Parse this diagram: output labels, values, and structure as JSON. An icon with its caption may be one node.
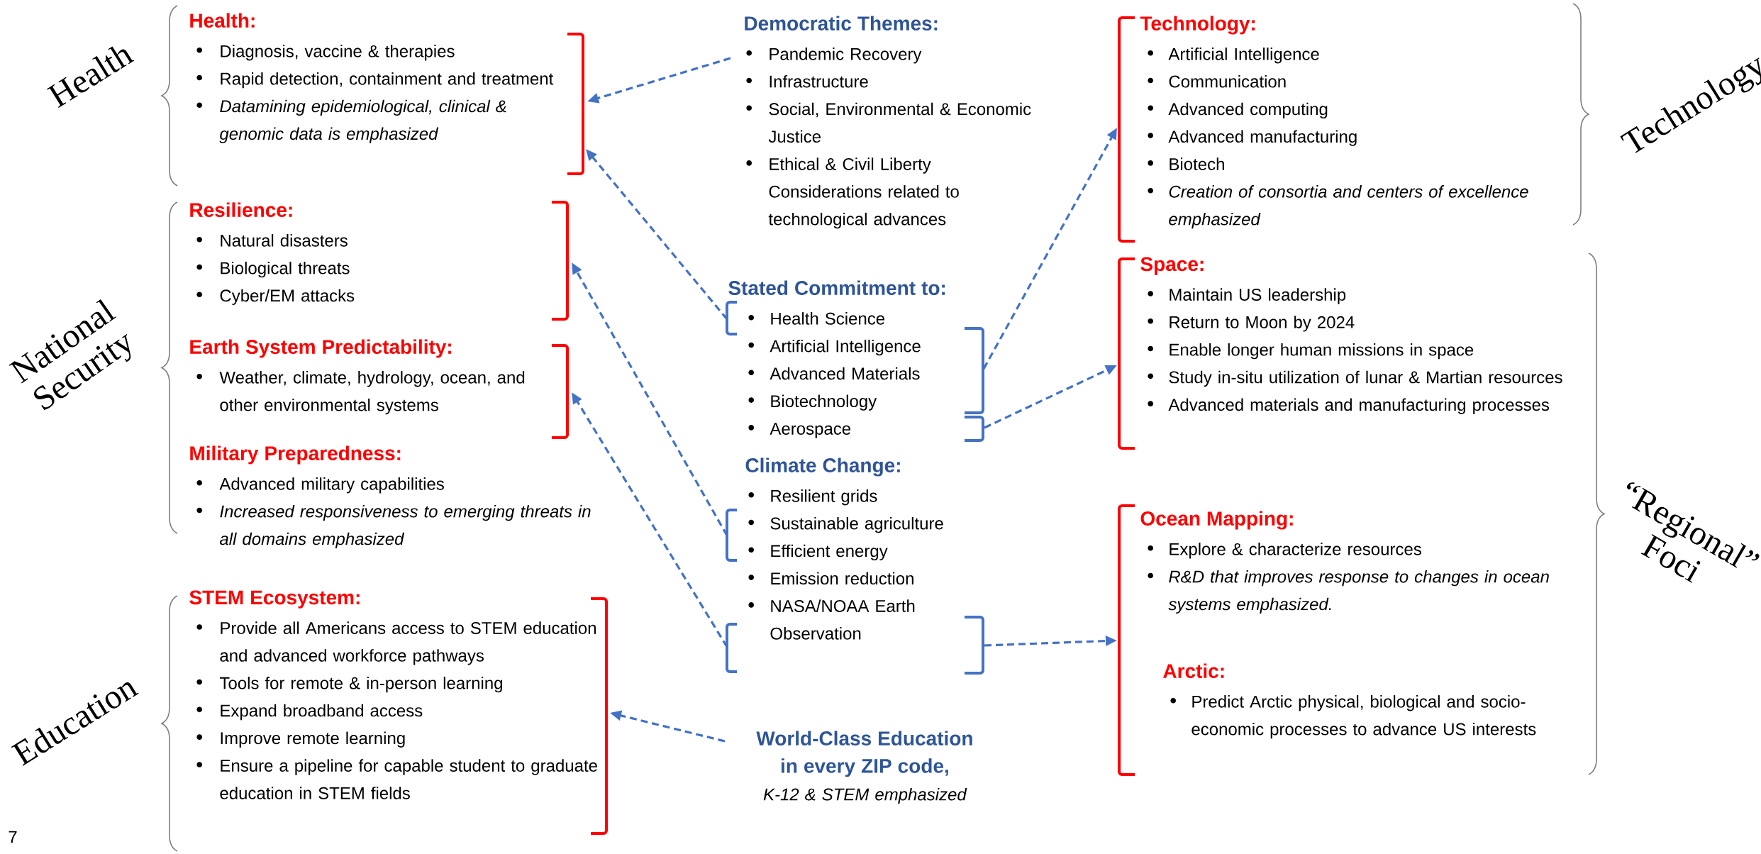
{
  "diagram": {
    "nodes": [
      {
        "text": [
          "Health:",
          "Diagnosis, vaccine & therapies",
          "Rapid detection, containment and treatment",
          "Datamining epidemiological, clinical & genomic data is emphasized"
        ]
      },
      {
        "text": [
          "Resilience:",
          "Natural disasters",
          "Biological threats",
          "Cyber/EM attacks"
        ]
      },
      {
        "text": [
          "Earth System Predictability:",
          "Weather, climate, hydrology, ocean, and other environmental systems"
        ]
      },
      {
        "text": [
          "Military Preparedness:",
          "Advanced military capabilities",
          "Increased responsiveness to emerging threats in all domains emphasized"
        ]
      },
      {
        "text": [
          "STEM Ecosystem:",
          "Provide all Americans access to STEM education and advanced workforce pathways",
          "Tools for remote & in-person learning",
          "Expand broadband access",
          "Improve remote learning",
          "Ensure a pipeline for capable student to graduate education in STEM fields"
        ]
      },
      {
        "text": [
          "Democratic Themes:",
          "Pandemic Recovery",
          "Infrastructure",
          "Social, Environmental & Economic Justice",
          "Ethical & Civil Liberty Considerations related to technological advances"
        ]
      },
      {
        "text": [
          "Stated Commitment to:",
          "Health Science",
          "Artificial Intelligence",
          "Advanced Materials",
          "Biotechnology",
          "Aerospace"
        ]
      },
      {
        "text": [
          "Climate Change:",
          "Resilient grids",
          "Sustainable agriculture",
          "Efficient energy",
          "Emission reduction",
          "NASA/NOAA Earth Observation"
        ]
      },
      {
        "text": [
          "**World-Class Education in every ZIP code**,",
          "K-12 & STEM emphasized"
        ]
      },
      {
        "text": [
          "Technology:",
          "Artificial Intelligence",
          "Communication",
          "Advanced computing",
          "Advanced manufacturing",
          "Biotech",
          "Creation of consortia and centers of excellence emphasized"
        ]
      },
      {
        "text": [
          "Space:",
          "Maintain US leadership",
          "Return to Moon by 2024",
          "Enable longer human missions in space",
          "Study in-situ utilization of lunar & Martian resources",
          "Advanced materials and manufacturing processes"
        ]
      },
      {
        "text": [
          "Ocean Mapping:",
          "Explore & characterize resources",
          "R&D that improves response to changes in ocean systems emphasized."
        ]
      },
      {
        "text": [
          "Arctic:",
          "Predict Arctic physical, biological and socio-economic processes to advance US interests"
        ]
      }
    ],
    "edges": [
      {
        "from": 5,
        "to": 0,
        "arrow": "to",
        "style": "dashed"
      },
      {
        "from": 6,
        "to": 0,
        "arrow": "to",
        "style": "dashed"
      },
      {
        "from": 7,
        "to": 1,
        "arrow": "to",
        "style": "dashed"
      },
      {
        "from": 7,
        "to": 2,
        "arrow": "to",
        "style": "dashed"
      },
      {
        "from": 6,
        "to": 9,
        "arrow": "to",
        "style": "dashed"
      },
      {
        "from": 6,
        "to": 10,
        "arrow": "to",
        "style": "dashed"
      },
      {
        "from": 7,
        "to": 11,
        "arrow": "to",
        "style": "dashed"
      },
      {
        "from": 8,
        "to": 4,
        "arrow": "to",
        "style": "dashed"
      }
    ],
    "labels": [
      "Health",
      "National Security",
      "Education",
      "Technology",
      "“Regional” Foci",
      "7"
    ]
  }
}
